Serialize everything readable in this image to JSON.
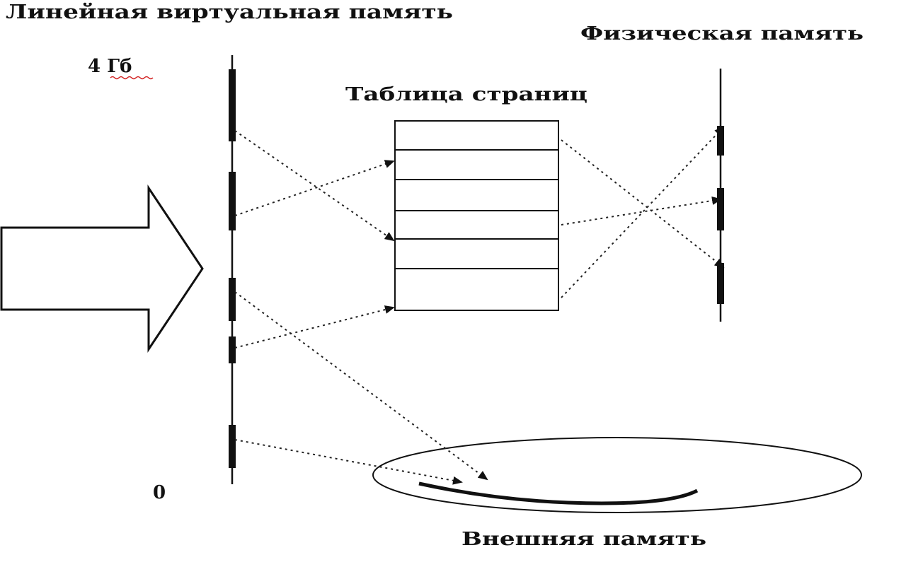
{
  "labels": {
    "virtual_memory": "Линейная виртуальная память",
    "physical_memory": "Физическая память",
    "page_table": "Таблица страниц",
    "external_memory": "Внешняя память",
    "top_address": "4 Гб",
    "bottom_address": "0"
  },
  "colors": {
    "line": "#111111",
    "background": "#ffffff",
    "spellcheck_underline": "#d22222"
  }
}
